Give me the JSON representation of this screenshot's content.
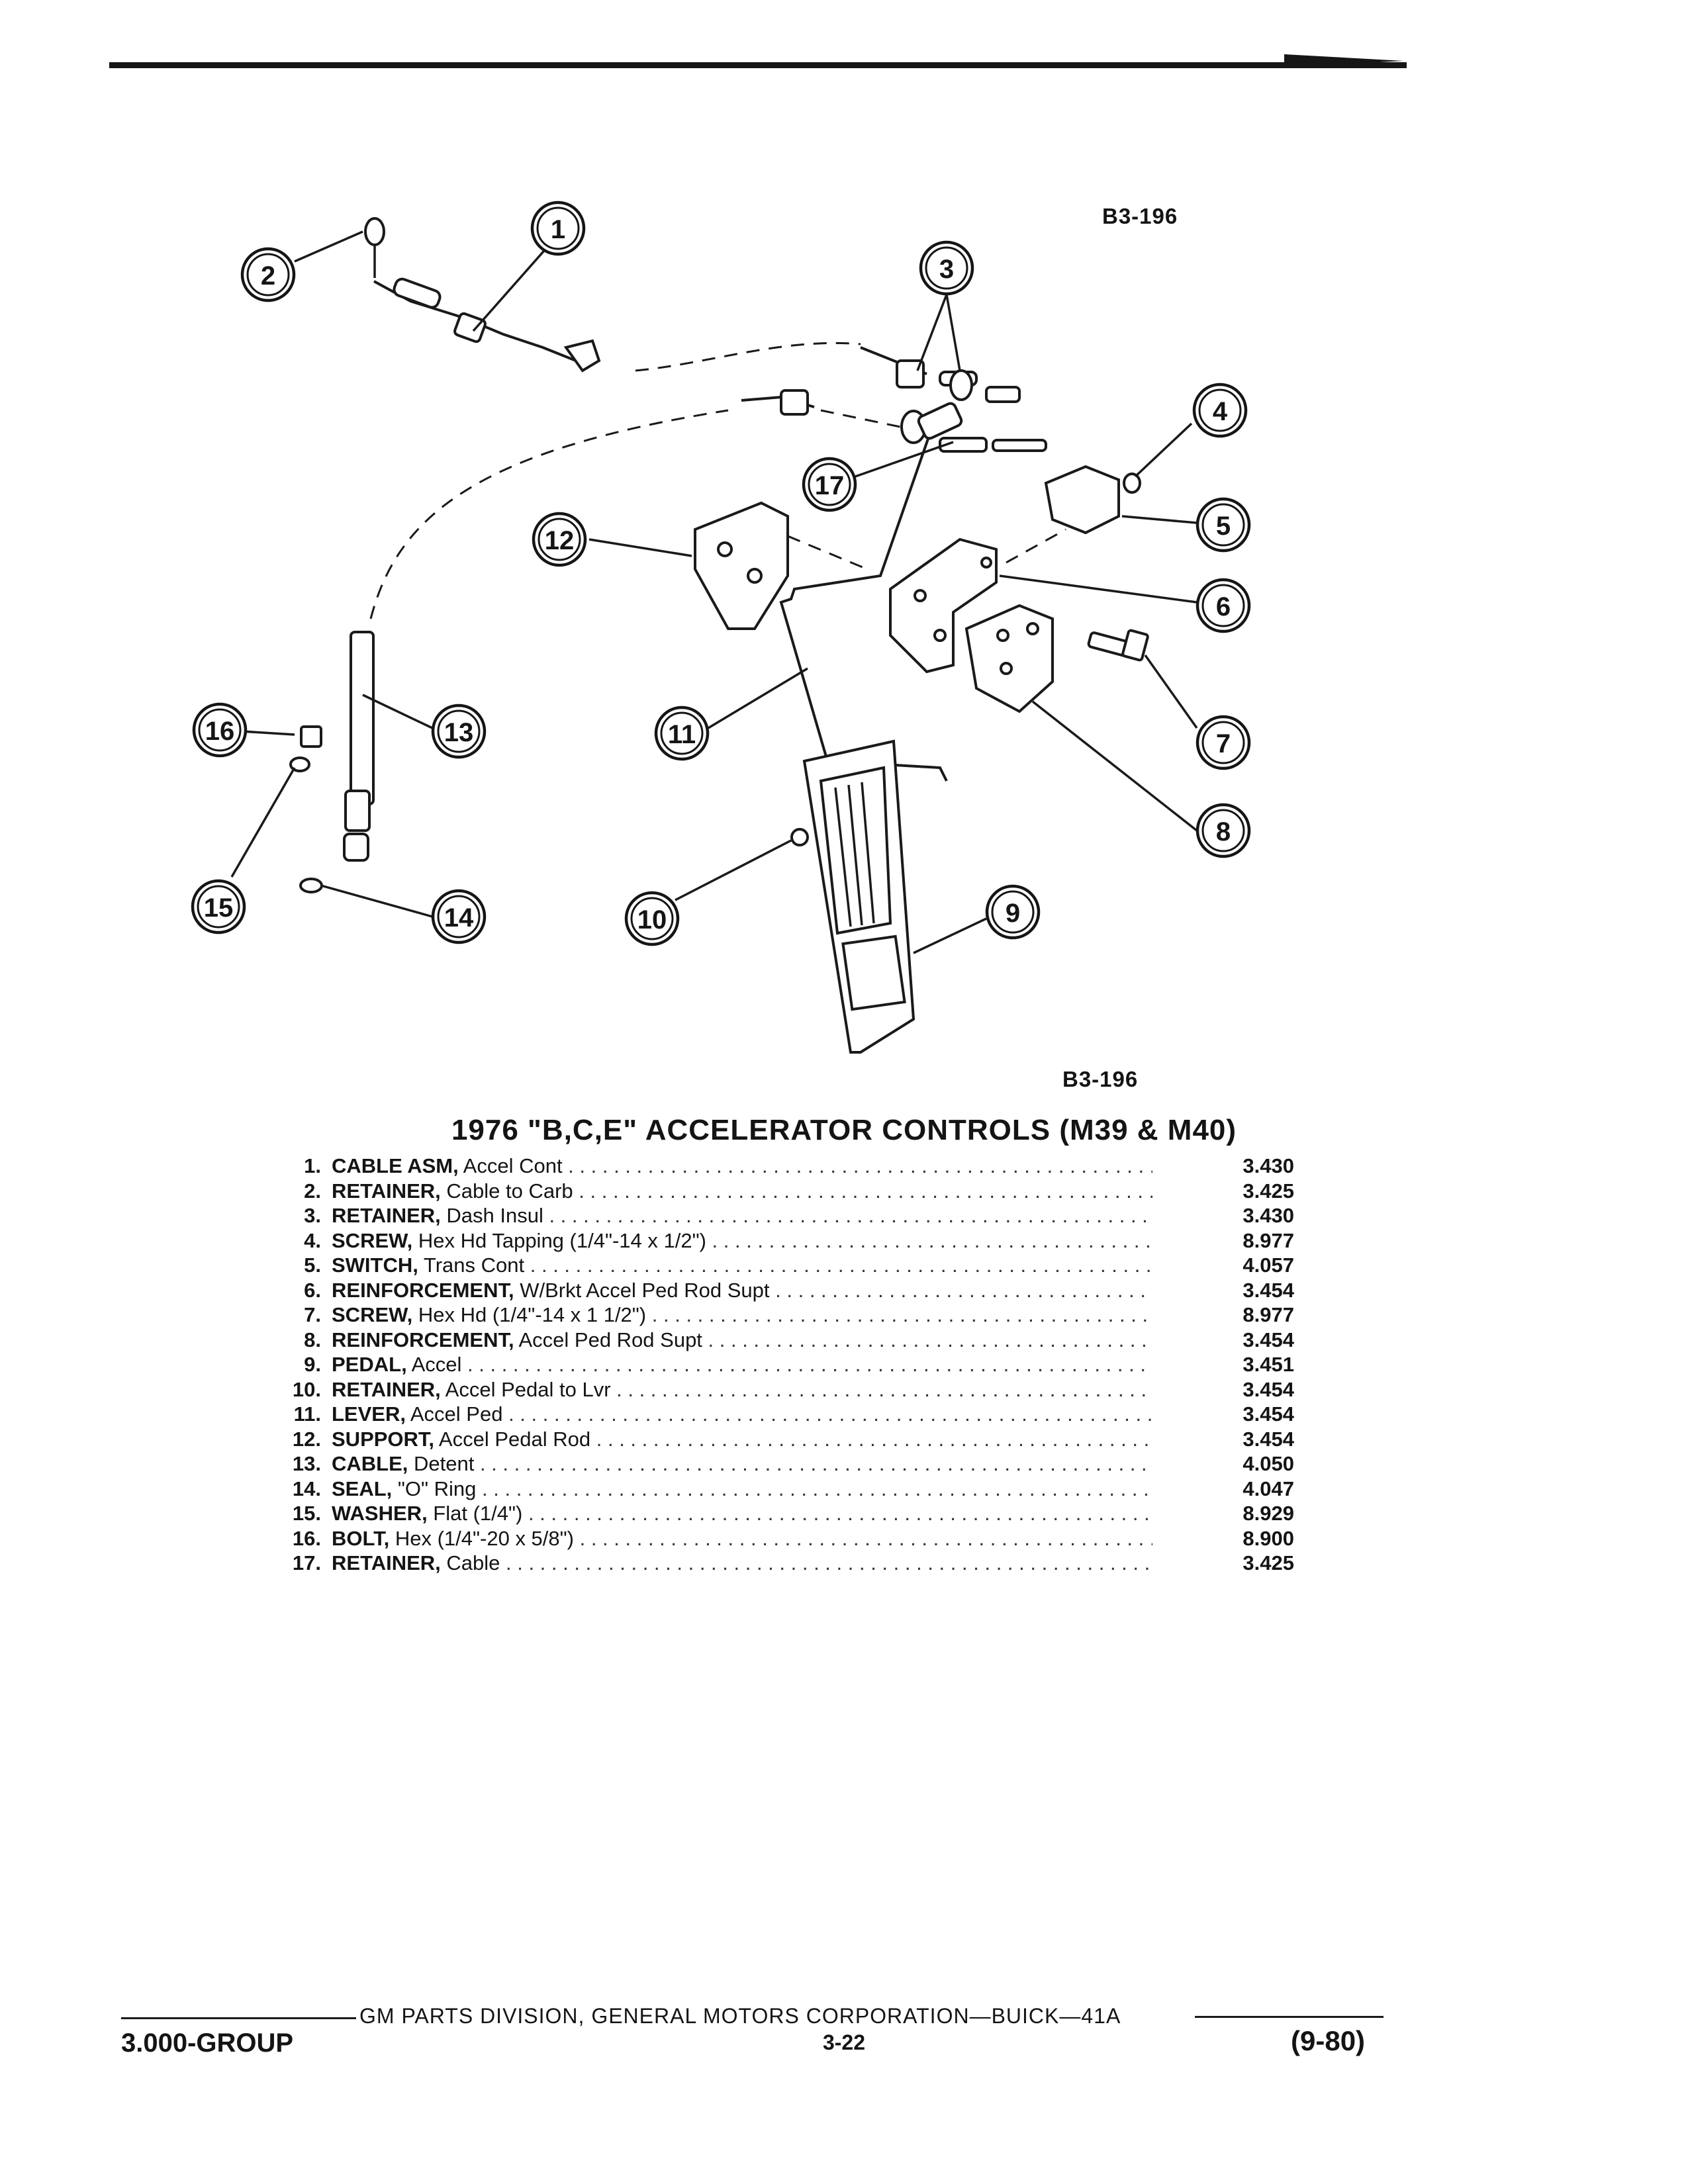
{
  "figure": {
    "code_top": "B3-196",
    "code_bottom": "B3-196"
  },
  "callouts": [
    "1",
    "2",
    "3",
    "4",
    "5",
    "6",
    "7",
    "8",
    "9",
    "10",
    "11",
    "12",
    "13",
    "14",
    "15",
    "16",
    "17"
  ],
  "title": "1976 \"B,C,E\" ACCELERATOR CONTROLS (M39 & M40)",
  "parts": [
    {
      "num": "1.",
      "name": "CABLE ASM,",
      "desc": " Accel Cont",
      "code": "3.430"
    },
    {
      "num": "2.",
      "name": "RETAINER,",
      "desc": " Cable to Carb",
      "code": "3.425"
    },
    {
      "num": "3.",
      "name": "RETAINER,",
      "desc": " Dash Insul",
      "code": "3.430"
    },
    {
      "num": "4.",
      "name": "SCREW,",
      "desc": " Hex Hd Tapping (1/4\"-14 x 1/2\")",
      "code": "8.977"
    },
    {
      "num": "5.",
      "name": "SWITCH,",
      "desc": " Trans Cont",
      "code": "4.057"
    },
    {
      "num": "6.",
      "name": "REINFORCEMENT,",
      "desc": " W/Brkt Accel Ped Rod Supt",
      "code": "3.454"
    },
    {
      "num": "7.",
      "name": "SCREW,",
      "desc": " Hex Hd (1/4\"-14 x 1 1/2\")",
      "code": "8.977"
    },
    {
      "num": "8.",
      "name": "REINFORCEMENT,",
      "desc": " Accel Ped Rod Supt",
      "code": "3.454"
    },
    {
      "num": "9.",
      "name": "PEDAL,",
      "desc": " Accel",
      "code": "3.451"
    },
    {
      "num": "10.",
      "name": "RETAINER,",
      "desc": " Accel Pedal to Lvr",
      "code": "3.454"
    },
    {
      "num": "11.",
      "name": "LEVER,",
      "desc": " Accel Ped",
      "code": "3.454"
    },
    {
      "num": "12.",
      "name": "SUPPORT,",
      "desc": " Accel Pedal Rod",
      "code": "3.454"
    },
    {
      "num": "13.",
      "name": "CABLE,",
      "desc": " Detent",
      "code": "4.050"
    },
    {
      "num": "14.",
      "name": "SEAL,",
      "desc": " \"O\" Ring",
      "code": "4.047"
    },
    {
      "num": "15.",
      "name": "WASHER,",
      "desc": " Flat (1/4\")",
      "code": "8.929"
    },
    {
      "num": "16.",
      "name": "BOLT,",
      "desc": " Hex (1/4\"-20 x 5/8\")",
      "code": "8.900"
    },
    {
      "num": "17.",
      "name": "RETAINER,",
      "desc": " Cable",
      "code": "3.425"
    }
  ],
  "footer": {
    "publisher": "GM PARTS DIVISION, GENERAL MOTORS CORPORATION—BUICK—41A",
    "group": "3.000-GROUP",
    "page": "3-22",
    "date": "(9-80)"
  }
}
